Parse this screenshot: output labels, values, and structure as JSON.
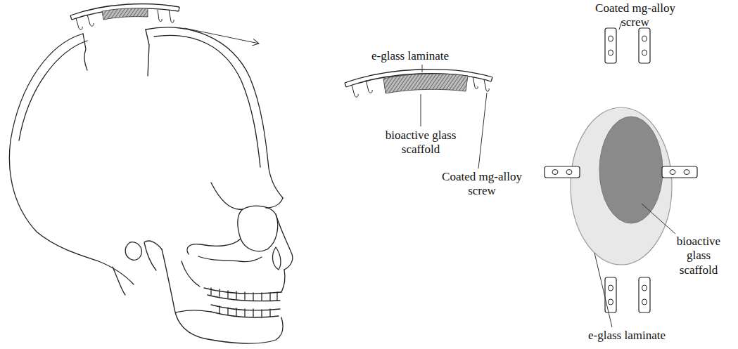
{
  "diagram": {
    "labels": [
      "Coated mg-alloy screw",
      "e-glass laminate",
      "bioactive glass scaffold",
      "Coated mg-alloy screw",
      "bioactive glass scaffold",
      "e-glass laminate"
    ]
  }
}
